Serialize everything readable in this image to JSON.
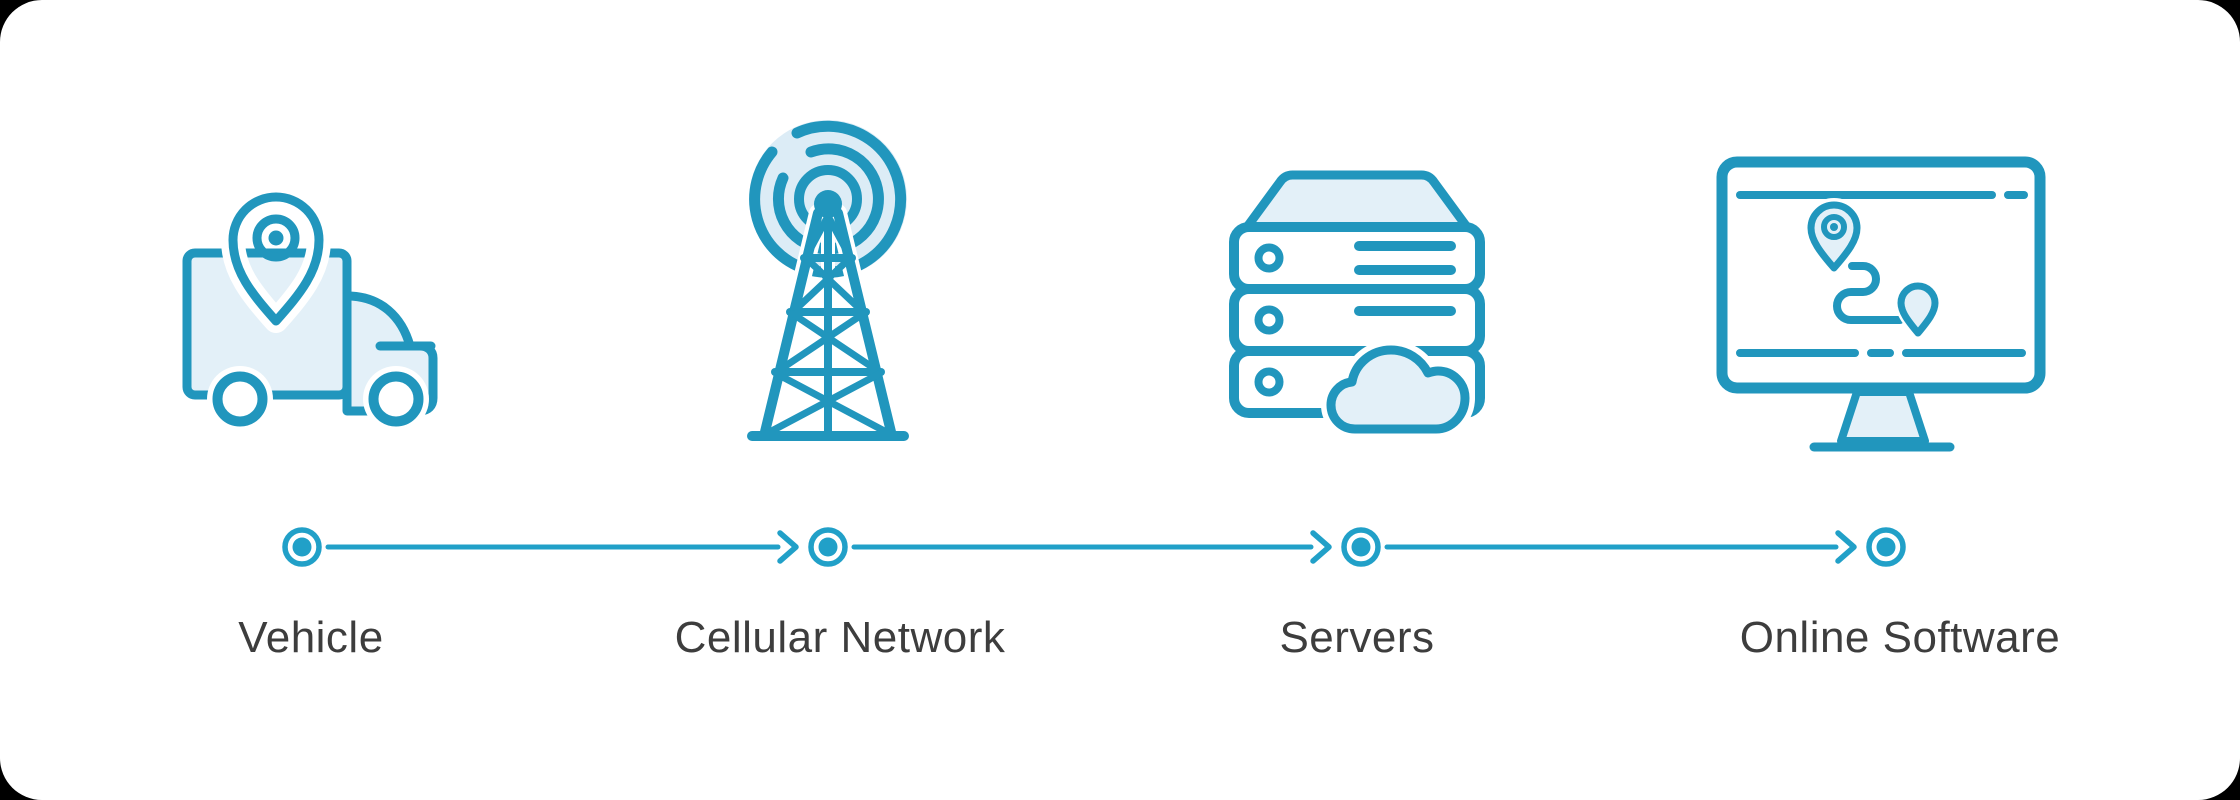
{
  "palette": {
    "background": "#000000",
    "card": "#ffffff",
    "accent": "#2196bd",
    "timeline": "#21a0c8",
    "icon_fill_light": "#e3f0f8",
    "signal_disc_fill": "#dcecf6",
    "label_text": "#3d3d3d"
  },
  "diagram": {
    "type": "flow",
    "stations": [
      {
        "label": "Vehicle",
        "icon": "gps-truck-icon"
      },
      {
        "label": "Cellular Network",
        "icon": "cell-tower-icon"
      },
      {
        "label": "Servers",
        "icon": "server-stack-cloud-icon"
      },
      {
        "label": "Online Software",
        "icon": "monitor-route-icon"
      }
    ],
    "connectors": [
      {
        "from": "Vehicle",
        "to": "Cellular Network",
        "style": "arrow-right"
      },
      {
        "from": "Cellular Network",
        "to": "Servers",
        "style": "arrow-right"
      },
      {
        "from": "Servers",
        "to": "Online Software",
        "style": "arrow-right"
      }
    ]
  }
}
